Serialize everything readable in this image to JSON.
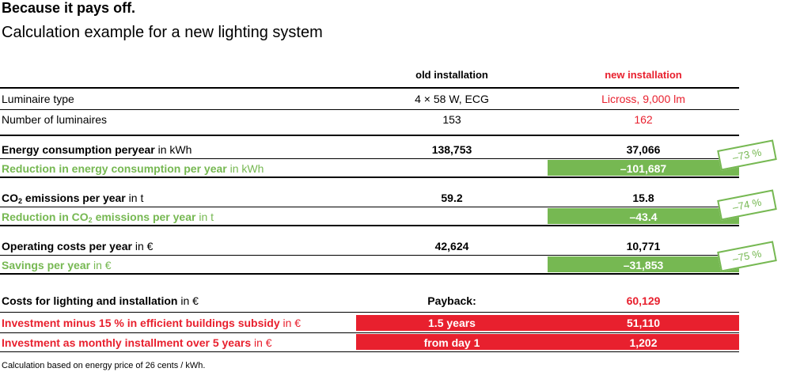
{
  "header": {
    "title": "Because it pays off.",
    "subtitle": "Calculation example for a new lighting system"
  },
  "columns": {
    "old": "old installation",
    "new": "new installation"
  },
  "rows": {
    "luminaire_type": {
      "label": "Luminaire type",
      "old": "4 × 58 W, ECG",
      "new": "Licross, 9,000 lm"
    },
    "num_luminaires": {
      "label": "Number of luminaires",
      "old": "153",
      "new": "162"
    },
    "energy": {
      "label": "Energy consumption peryear",
      "unit": " in kWh",
      "old": "138,753",
      "new": "37,066"
    },
    "energy_reduction": {
      "label": "Reduction in energy consumption per year",
      "unit": " in kWh",
      "new": "–101,687",
      "badge": "–73 %"
    },
    "co2": {
      "label_a": "CO",
      "label_sub": "2",
      "label_b": " emissions per year",
      "unit": " in t",
      "old": "59.2",
      "new": "15.8"
    },
    "co2_reduction": {
      "label_a": "Reduction in CO",
      "label_sub": "2",
      "label_b": " emissions per year",
      "unit": " in t",
      "new": "–43.4",
      "badge": "–74 %"
    },
    "operating": {
      "label": "Operating costs per year",
      "unit": " in €",
      "old": "42,624",
      "new": "10,771"
    },
    "savings": {
      "label": "Savings per year",
      "unit": " in €",
      "new": "–31,853",
      "badge": "–75 %"
    },
    "costs": {
      "label": "Costs for lighting and installation",
      "unit": " in €",
      "old": "Payback:",
      "new": "60,129"
    },
    "investment_subsidy": {
      "label": "Investment minus 15 % in efficient buildings subsidy",
      "unit": " in €",
      "old": "1.5 years",
      "new": "51,110"
    },
    "investment_monthly": {
      "label": "Investment as monthly installment over 5 years",
      "unit": " in €",
      "old": "from day 1",
      "new": "1,202"
    }
  },
  "footnote": "Calculation based on energy price of 26 cents / kWh.",
  "colors": {
    "green": "#76b852",
    "red": "#e8202e"
  }
}
